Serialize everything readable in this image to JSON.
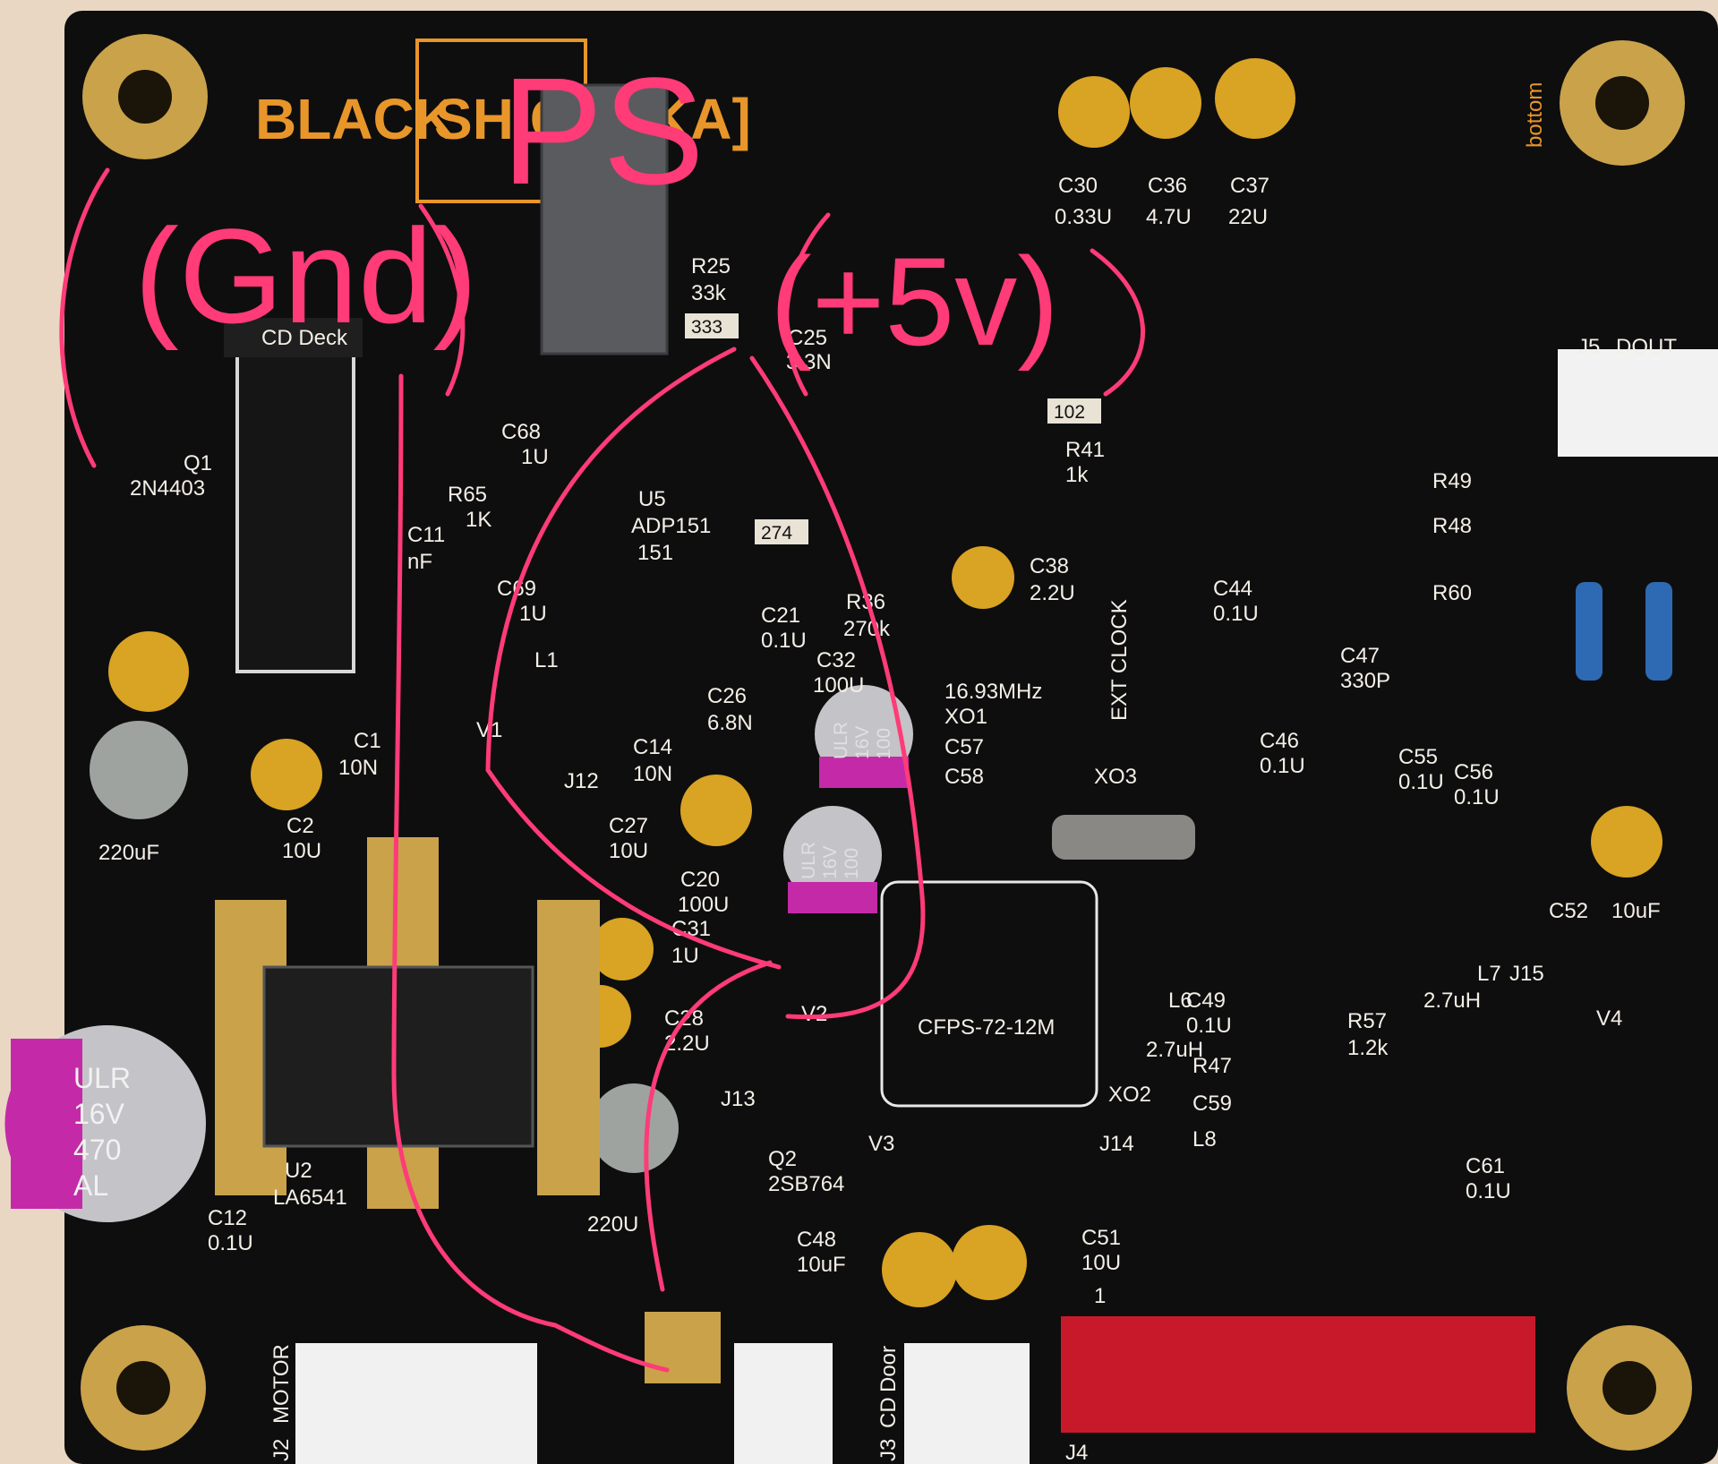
{
  "board": {
    "brand_left": "BLACK",
    "brand_right": "SHIG",
    "brand_tail": "KA]",
    "side_label": "bottom",
    "header_cd_deck": "CD Deck",
    "header_j5": "J5",
    "header_dout": "DOUT",
    "ext_clock": "EXT CLOCK",
    "freq": "16.93MHz",
    "oscillator": "CFPS-72-12M",
    "conn_motor": "MOTOR",
    "conn_j2": "J2",
    "conn_j3": "J3",
    "conn_cd": "CD",
    "conn_door": "Door",
    "conn_j4": "J4",
    "pin_one": "1"
  },
  "annotations": {
    "gnd": "(Gnd)",
    "ps": "PS",
    "plus5v": "(+5v)"
  },
  "labels": [
    {
      "id": "c30",
      "text": "C30"
    },
    {
      "id": "c30v",
      "text": "0.33U"
    },
    {
      "id": "c36",
      "text": "C36"
    },
    {
      "id": "c36v",
      "text": "4.7U"
    },
    {
      "id": "c37",
      "text": "C37"
    },
    {
      "id": "c37v",
      "text": "22U"
    },
    {
      "id": "r25",
      "text": "R25"
    },
    {
      "id": "r25v",
      "text": "33k"
    },
    {
      "id": "c25",
      "text": "C25"
    },
    {
      "id": "c25v",
      "text": "3.3N"
    },
    {
      "id": "c68",
      "text": "C68"
    },
    {
      "id": "c68v",
      "text": "1U"
    },
    {
      "id": "q1",
      "text": "Q1"
    },
    {
      "id": "q1v",
      "text": "2N4403"
    },
    {
      "id": "r65",
      "text": "R65"
    },
    {
      "id": "r65v",
      "text": "1K"
    },
    {
      "id": "u5",
      "text": "U5"
    },
    {
      "id": "u5v",
      "text": "ADP151"
    },
    {
      "id": "u5m",
      "text": "151"
    },
    {
      "id": "c11",
      "text": "C11"
    },
    {
      "id": "c11v",
      "text": "nF"
    },
    {
      "id": "c69",
      "text": "C69"
    },
    {
      "id": "c69v",
      "text": "1U"
    },
    {
      "id": "r41",
      "text": "R41"
    },
    {
      "id": "r41v",
      "text": "1k"
    },
    {
      "id": "r36",
      "text": "R36"
    },
    {
      "id": "r36v",
      "text": "270k"
    },
    {
      "id": "c38",
      "text": "C38"
    },
    {
      "id": "c38v",
      "text": "2.2U"
    },
    {
      "id": "c44",
      "text": "C44"
    },
    {
      "id": "c44v",
      "text": "0.1U"
    },
    {
      "id": "c21",
      "text": "C21"
    },
    {
      "id": "c21v",
      "text": "0.1U"
    },
    {
      "id": "c32",
      "text": "C32"
    },
    {
      "id": "c32v",
      "text": "100U"
    },
    {
      "id": "l1",
      "text": "L1"
    },
    {
      "id": "c26",
      "text": "C26"
    },
    {
      "id": "c26v",
      "text": "6.8N"
    },
    {
      "id": "c47",
      "text": "C47"
    },
    {
      "id": "c47v",
      "text": "330P"
    },
    {
      "id": "r49",
      "text": "R49"
    },
    {
      "id": "r48",
      "text": "R48"
    },
    {
      "id": "r60",
      "text": "R60"
    },
    {
      "id": "c1",
      "text": "C1"
    },
    {
      "id": "c1v",
      "text": "10N"
    },
    {
      "id": "c14",
      "text": "C14"
    },
    {
      "id": "c14v",
      "text": "10N"
    },
    {
      "id": "xo1",
      "text": "XO1"
    },
    {
      "id": "c57",
      "text": "C57"
    },
    {
      "id": "c58",
      "text": "C58"
    },
    {
      "id": "xo3",
      "text": "XO3"
    },
    {
      "id": "c46",
      "text": "C46"
    },
    {
      "id": "c46v",
      "text": "0.1U"
    },
    {
      "id": "c55",
      "text": "C55"
    },
    {
      "id": "c55v",
      "text": "0.1U"
    },
    {
      "id": "c56",
      "text": "C56"
    },
    {
      "id": "c56v",
      "text": "0.1U"
    },
    {
      "id": "j12",
      "text": "J12"
    },
    {
      "id": "v1",
      "text": "V1"
    },
    {
      "id": "c2",
      "text": "C2"
    },
    {
      "id": "c2v",
      "text": "10U"
    },
    {
      "id": "c16v",
      "text": "220uF"
    },
    {
      "id": "c27",
      "text": "C27"
    },
    {
      "id": "c27v",
      "text": "10U"
    },
    {
      "id": "c20",
      "text": "C20"
    },
    {
      "id": "c20v",
      "text": "100U"
    },
    {
      "id": "c52",
      "text": "C52"
    },
    {
      "id": "c52v",
      "text": "10uF"
    },
    {
      "id": "c31",
      "text": "C31"
    },
    {
      "id": "c31v",
      "text": "1U"
    },
    {
      "id": "c28",
      "text": "C28"
    },
    {
      "id": "c28v",
      "text": "2.2U"
    },
    {
      "id": "v2",
      "text": "V2"
    },
    {
      "id": "j13",
      "text": "J13"
    },
    {
      "id": "l6",
      "text": "L6"
    },
    {
      "id": "l6v",
      "text": "2.7uH"
    },
    {
      "id": "c49",
      "text": "C49"
    },
    {
      "id": "c49v",
      "text": "0.1U"
    },
    {
      "id": "l7",
      "text": "L7"
    },
    {
      "id": "l7v",
      "text": "2.7uH"
    },
    {
      "id": "j15",
      "text": "J15"
    },
    {
      "id": "r57",
      "text": "R57"
    },
    {
      "id": "r57v",
      "text": "1.2k"
    },
    {
      "id": "v4",
      "text": "V4"
    },
    {
      "id": "xo2",
      "text": "XO2"
    },
    {
      "id": "r47",
      "text": "R47"
    },
    {
      "id": "c59",
      "text": "C59"
    },
    {
      "id": "l8",
      "text": "L8"
    },
    {
      "id": "v3",
      "text": "V3"
    },
    {
      "id": "j14",
      "text": "J14"
    },
    {
      "id": "q2",
      "text": "Q2"
    },
    {
      "id": "q2v",
      "text": "2SB764"
    },
    {
      "id": "c12",
      "text": "C12"
    },
    {
      "id": "c12v",
      "text": "0.1U"
    },
    {
      "id": "u2",
      "text": "U2"
    },
    {
      "id": "u2v",
      "text": "LA6541"
    },
    {
      "id": "c220",
      "text": "220U"
    },
    {
      "id": "c48",
      "text": "C48"
    },
    {
      "id": "c48v",
      "text": "10uF"
    },
    {
      "id": "c51",
      "text": "C51"
    },
    {
      "id": "c51v",
      "text": "10U"
    },
    {
      "id": "c61",
      "text": "C61"
    },
    {
      "id": "c61v",
      "text": "0.1U"
    }
  ],
  "cap_markings": {
    "big": [
      "ULR",
      "16V",
      "470",
      "AL"
    ],
    "c32": [
      "ULR",
      "16V",
      "100"
    ],
    "c20": [
      "ULR",
      "16V",
      "100"
    ]
  },
  "resistor_codes": {
    "r25": "333",
    "r41": "102",
    "r36": "274"
  },
  "colors": {
    "board": "#0e0e0f",
    "silkscreen": "#f4efe6",
    "brand": "#e8962a",
    "gold": "#c9a24a",
    "tantalum": "#d9a323",
    "ink": "#ff3b78",
    "connector_red": "#c8192a"
  }
}
